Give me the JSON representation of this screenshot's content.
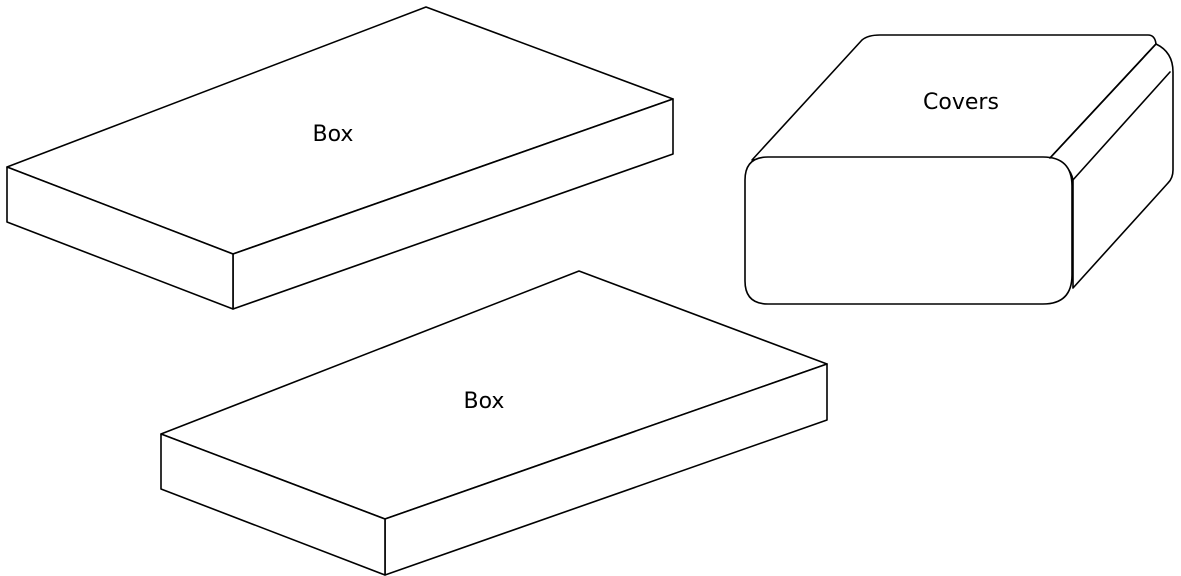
{
  "shapes": [
    {
      "kind": "flat-box",
      "label": "Box"
    },
    {
      "kind": "flat-box",
      "label": "Box"
    },
    {
      "kind": "rounded-box",
      "label": "Covers"
    }
  ],
  "colors": {
    "stroke": "#000000",
    "fill": "#ffffff",
    "background": "#ffffff"
  }
}
